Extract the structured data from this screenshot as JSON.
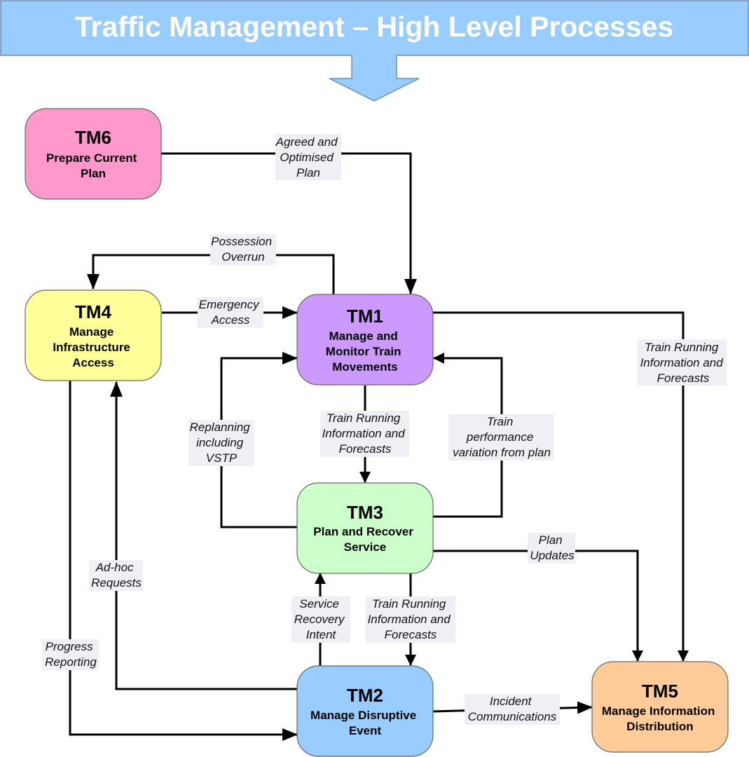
{
  "title": "Traffic Management – High Level Processes",
  "colors": {
    "banner": "#99ccff",
    "tm1": "#cc99ff",
    "tm2": "#99ccff",
    "tm3": "#ccffcc",
    "tm4": "#ffff99",
    "tm5": "#ffcc99",
    "tm6": "#ff99cc"
  },
  "nodes": {
    "tm1": {
      "id": "TM1",
      "lines": [
        "Manage and",
        "Monitor Train",
        "Movements"
      ]
    },
    "tm2": {
      "id": "TM2",
      "lines": [
        "Manage Disruptive",
        "Event"
      ]
    },
    "tm3": {
      "id": "TM3",
      "lines": [
        "Plan and Recover",
        "Service"
      ]
    },
    "tm4": {
      "id": "TM4",
      "lines": [
        "Manage",
        "Infrastructure",
        "Access"
      ]
    },
    "tm5": {
      "id": "TM5",
      "lines": [
        "Manage Information",
        "Distribution"
      ]
    },
    "tm6": {
      "id": "TM6",
      "lines": [
        "Prepare Current",
        "Plan"
      ]
    }
  },
  "edges": {
    "tm6_tm1": {
      "from": "TM6",
      "to": "TM1",
      "lines": [
        "Agreed and",
        "Optimised",
        "Plan"
      ]
    },
    "tm1_tm4": {
      "from": "TM1",
      "to": "TM4",
      "lines": [
        "Possession",
        "Overrun"
      ]
    },
    "tm4_tm1": {
      "from": "TM4",
      "to": "TM1",
      "lines": [
        "Emergency",
        "Access"
      ]
    },
    "tm1_tm5": {
      "from": "TM1",
      "to": "TM5",
      "lines": [
        "Train Running",
        "Information and",
        "Forecasts"
      ]
    },
    "tm3_tm1_replan": {
      "from": "TM3",
      "to": "TM1",
      "lines": [
        "Replanning",
        "including",
        "VSTP"
      ]
    },
    "tm1_tm3": {
      "from": "TM1",
      "to": "TM3",
      "lines": [
        "Train Running",
        "Information and",
        "Forecasts"
      ]
    },
    "tm3_tm1_perf": {
      "from": "TM3",
      "to": "TM1",
      "lines": [
        "Train",
        "performance",
        "variation from plan"
      ]
    },
    "tm3_tm5": {
      "from": "TM3",
      "to": "TM5",
      "lines": [
        "Plan",
        "Updates"
      ]
    },
    "tm2_tm4": {
      "from": "TM2",
      "to": "TM4",
      "lines": [
        "Ad-hoc",
        "Requests"
      ]
    },
    "tm4_tm2": {
      "from": "TM4",
      "to": "TM2",
      "lines": [
        "Progress",
        "Reporting"
      ]
    },
    "tm2_tm3": {
      "from": "TM2",
      "to": "TM3",
      "lines": [
        "Service",
        "Recovery",
        "Intent"
      ]
    },
    "tm3_tm2": {
      "from": "TM3",
      "to": "TM2",
      "lines": [
        "Train Running",
        "Information and",
        "Forecasts"
      ]
    },
    "tm2_tm5": {
      "from": "TM2",
      "to": "TM5",
      "lines": [
        "Incident",
        "Communications"
      ]
    }
  }
}
